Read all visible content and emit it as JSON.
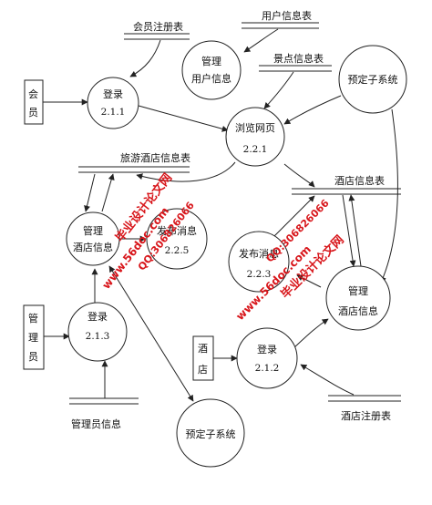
{
  "processes": [
    {
      "id": "login-member",
      "label": "登录",
      "num": "2.1.1"
    },
    {
      "id": "manage-user",
      "label1": "管理",
      "label2": "用户信息"
    },
    {
      "id": "book-top",
      "label": "预定子系统"
    },
    {
      "id": "browse",
      "label": "浏览网页",
      "num": "2.2.1"
    },
    {
      "id": "manage-hotel-left",
      "label1": "管理",
      "label2": "酒店信息"
    },
    {
      "id": "publish-left",
      "label": "发布消息",
      "num": "2.2.5"
    },
    {
      "id": "publish-right",
      "label": "发布消息",
      "num": "2.2.3"
    },
    {
      "id": "manage-hotel-right",
      "label1": "管理",
      "label2": "酒店信息"
    },
    {
      "id": "login-admin",
      "label": "登录",
      "num": "2.1.3"
    },
    {
      "id": "login-hotel",
      "label": "登录",
      "num": "2.1.2"
    },
    {
      "id": "book-bottom",
      "label": "预定子系统"
    }
  ],
  "entities": {
    "member": {
      "chars": [
        "会",
        "员"
      ]
    },
    "admin": {
      "chars": [
        "管",
        "理",
        "员"
      ]
    },
    "hotel": {
      "chars": [
        "酒",
        "店"
      ]
    }
  },
  "stores": {
    "member_reg": "会员注册表",
    "user_info": "用户信息表",
    "scenic_info": "景点信息表",
    "travel_hotel": "旅游酒店信息表",
    "hotel_info": "酒店信息表",
    "admin_info": "管理员信息",
    "hotel_reg": "酒店注册表"
  },
  "watermark": {
    "line1": "毕业设计论文网",
    "line2": "www.56doc.com",
    "line3": "QQ:306826066"
  }
}
